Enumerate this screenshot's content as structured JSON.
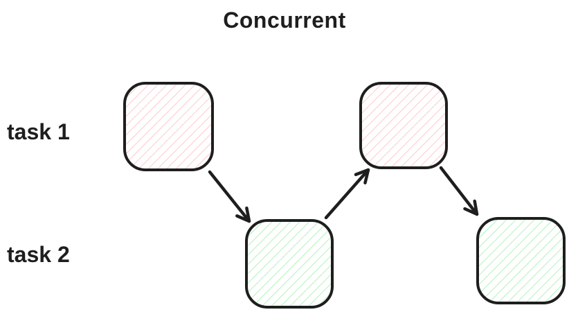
{
  "title": "Concurrent",
  "rows": [
    {
      "label": "task 1"
    },
    {
      "label": "task 2"
    }
  ],
  "colors": {
    "stroke": "#1e1e1e",
    "red_fill": "#ffc9c9",
    "green_fill": "#b2f2bb",
    "background": "#ffffff",
    "text": "#1e1e1e"
  },
  "diagram": {
    "boxes": [
      {
        "id": "task1-slice-1",
        "row": "task 1",
        "fill_style": "red-hatch"
      },
      {
        "id": "task2-slice-1",
        "row": "task 2",
        "fill_style": "green-hatch"
      },
      {
        "id": "task1-slice-2",
        "row": "task 1",
        "fill_style": "red-hatch"
      },
      {
        "id": "task2-slice-2",
        "row": "task 2",
        "fill_style": "green-hatch"
      }
    ],
    "arrows": [
      {
        "from": "task1-slice-1",
        "to": "task2-slice-1"
      },
      {
        "from": "task2-slice-1",
        "to": "task1-slice-2"
      },
      {
        "from": "task1-slice-2",
        "to": "task2-slice-2"
      }
    ]
  }
}
